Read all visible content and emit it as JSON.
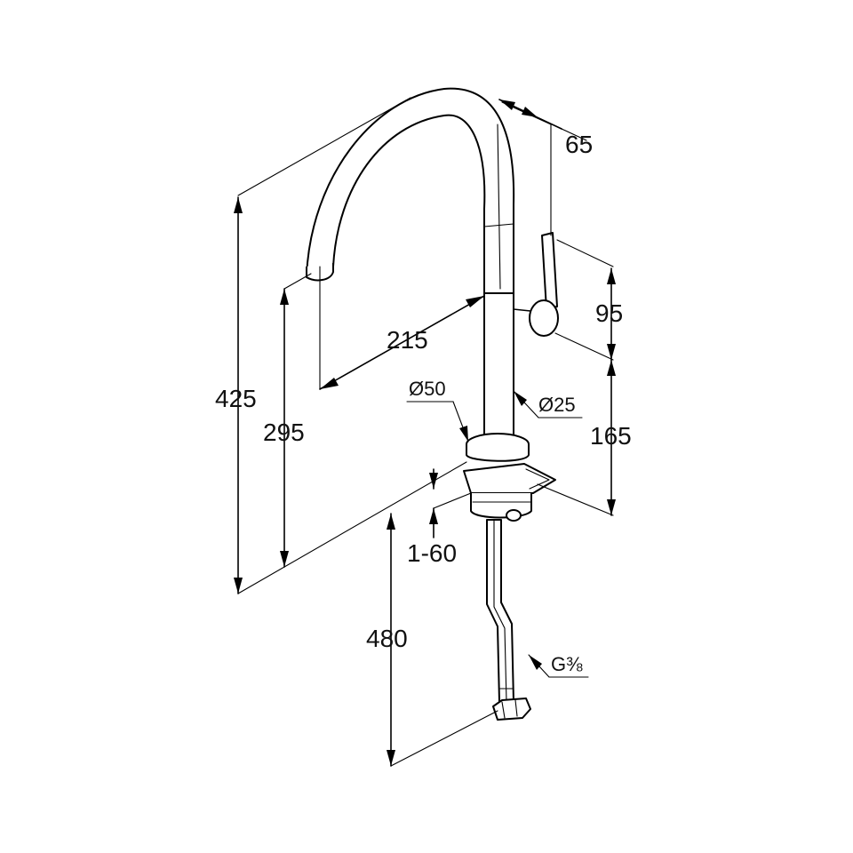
{
  "dimensions": {
    "d425": "425",
    "d295": "295",
    "d215": "215",
    "d65": "65",
    "d95": "95",
    "d165": "165",
    "d480": "480",
    "d160": "1-60",
    "dia50": "Ø50",
    "dia25": "Ø25",
    "thread": "G⅜"
  },
  "colors": {
    "line": "#000000",
    "background": "#ffffff"
  }
}
